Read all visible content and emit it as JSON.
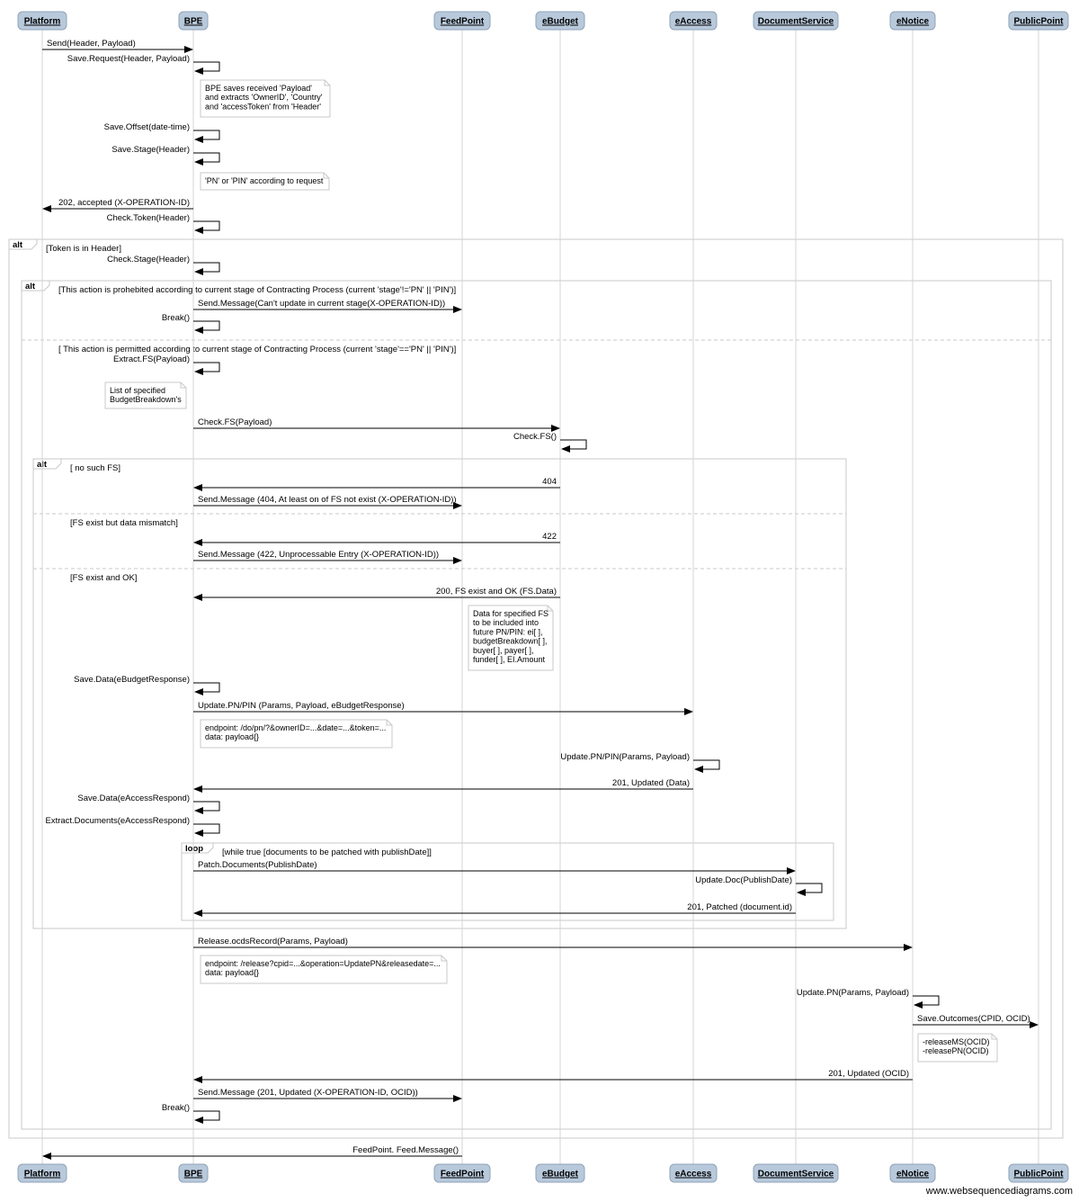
{
  "participants": [
    {
      "id": "platform",
      "name": "Platform"
    },
    {
      "id": "bpe",
      "name": "BPE"
    },
    {
      "id": "feedpoint",
      "name": "FeedPoint"
    },
    {
      "id": "ebudget",
      "name": "eBudget"
    },
    {
      "id": "eaccess",
      "name": "eAccess"
    },
    {
      "id": "docservice",
      "name": "DocumentService"
    },
    {
      "id": "enotice",
      "name": "eNotice"
    },
    {
      "id": "publicpoint",
      "name": "PublicPoint"
    }
  ],
  "messages": [
    {
      "from": "platform",
      "to": "bpe",
      "label": "Send(Header, Payload)"
    },
    {
      "from": "bpe",
      "to": "bpe",
      "label": "Save.Request(Header, Payload)"
    },
    {
      "from": "bpe",
      "to": "bpe",
      "label": "Save.Offset(date-time)"
    },
    {
      "from": "bpe",
      "to": "bpe",
      "label": "Save.Stage(Header)"
    },
    {
      "from": "bpe",
      "to": "platform",
      "label": "202, accepted (X-OPERATION-ID)"
    },
    {
      "from": "bpe",
      "to": "bpe",
      "label": "Check.Token(Header)"
    },
    {
      "from": "bpe",
      "to": "bpe",
      "label": "Check.Stage(Header)"
    },
    {
      "from": "bpe",
      "to": "feedpoint",
      "label": "Send.Message(Can't update in current stage(X-OPERATION-ID))"
    },
    {
      "from": "bpe",
      "to": "bpe",
      "label": "Break()"
    },
    {
      "from": "bpe",
      "to": "bpe",
      "label": "Extract.FS(Payload)"
    },
    {
      "from": "bpe",
      "to": "ebudget",
      "label": "Check.FS(Payload)"
    },
    {
      "from": "ebudget",
      "to": "ebudget",
      "label": "Check.FS()"
    },
    {
      "from": "ebudget",
      "to": "bpe",
      "label": "404"
    },
    {
      "from": "bpe",
      "to": "feedpoint",
      "label": "Send.Message (404, At least on of FS not exist (X-OPERATION-ID))"
    },
    {
      "from": "ebudget",
      "to": "bpe",
      "label": "422"
    },
    {
      "from": "bpe",
      "to": "feedpoint",
      "label": "Send.Message (422, Unprocessable Entry (X-OPERATION-ID))"
    },
    {
      "from": "ebudget",
      "to": "bpe",
      "label": "200, FS exist and OK (FS.Data)"
    },
    {
      "from": "bpe",
      "to": "bpe",
      "label": "Save.Data(eBudgetResponse)"
    },
    {
      "from": "bpe",
      "to": "eaccess",
      "label": "Update.PN/PIN (Params, Payload, eBudgetResponse)"
    },
    {
      "from": "eaccess",
      "to": "eaccess",
      "label": "Update.PN/PIN(Params, Payload)"
    },
    {
      "from": "eaccess",
      "to": "bpe",
      "label": "201, Updated (Data)"
    },
    {
      "from": "bpe",
      "to": "bpe",
      "label": "Save.Data(eAccessRespond)"
    },
    {
      "from": "bpe",
      "to": "bpe",
      "label": "Extract.Documents(eAccessRespond)"
    },
    {
      "from": "bpe",
      "to": "docservice",
      "label": "Patch.Documents(PublishDate)"
    },
    {
      "from": "docservice",
      "to": "docservice",
      "label": "Update.Doc(PublishDate)"
    },
    {
      "from": "docservice",
      "to": "bpe",
      "label": "201, Patched (document.id)"
    },
    {
      "from": "bpe",
      "to": "enotice",
      "label": "Release.ocdsRecord(Params, Payload)"
    },
    {
      "from": "enotice",
      "to": "enotice",
      "label": "Update.PN(Params, Payload)"
    },
    {
      "from": "enotice",
      "to": "publicpoint",
      "label": "Save.Outcomes(CPID, OCID)"
    },
    {
      "from": "enotice",
      "to": "bpe",
      "label": "201, Updated (OCID)"
    },
    {
      "from": "bpe",
      "to": "feedpoint",
      "label": "Send.Message (201, Updated (X-OPERATION-ID, OCID))"
    },
    {
      "from": "bpe",
      "to": "bpe",
      "label": "Break()"
    },
    {
      "from": "feedpoint",
      "to": "platform",
      "label": "FeedPoint. Feed.Message()"
    }
  ],
  "notes": [
    {
      "lines": [
        "BPE saves received 'Payload'",
        "and extracts 'OwnerID', 'Country'",
        "and 'accessToken' from 'Header'"
      ]
    },
    {
      "lines": [
        "'PN' or 'PIN' according to request"
      ]
    },
    {
      "lines": [
        "List of specified",
        "BudgetBreakdown's"
      ]
    },
    {
      "lines": [
        "Data for specified FS",
        "to be included into",
        "future PN/PIN: ei[ ],",
        "budgetBreakdown[ ],",
        "buyer[ ], payer[ ],",
        "funder[ ], EI.Amount"
      ]
    },
    {
      "lines": [
        "endpoint: /do/pn/?&ownerID=...&date=...&token=...",
        "data: payload{}"
      ]
    },
    {
      "lines": [
        "endpoint: /release?cpid=...&operation=UpdatePN&releasedate=...",
        "data: payload{}"
      ]
    },
    {
      "lines": [
        "-releaseMS(OCID)",
        "-releasePN(OCID)"
      ]
    }
  ],
  "frames": [
    {
      "type": "alt",
      "conditions": [
        "[Token is in Header]"
      ]
    },
    {
      "type": "alt",
      "conditions": [
        "[This action is prohebited according to current stage of Contracting Process (current 'stage'!='PN' || 'PIN')]",
        "[ This action is permitted according to current stage of Contracting Process (current 'stage'=='PN' || 'PIN')]"
      ]
    },
    {
      "type": "alt",
      "conditions": [
        "[ no such FS]",
        "[FS exist but data mismatch]",
        "[FS exist and OK]"
      ]
    },
    {
      "type": "loop",
      "conditions": [
        "[while true [documents to be patched with publishDate]]"
      ]
    }
  ],
  "footer": "www.websequencediagrams.com"
}
